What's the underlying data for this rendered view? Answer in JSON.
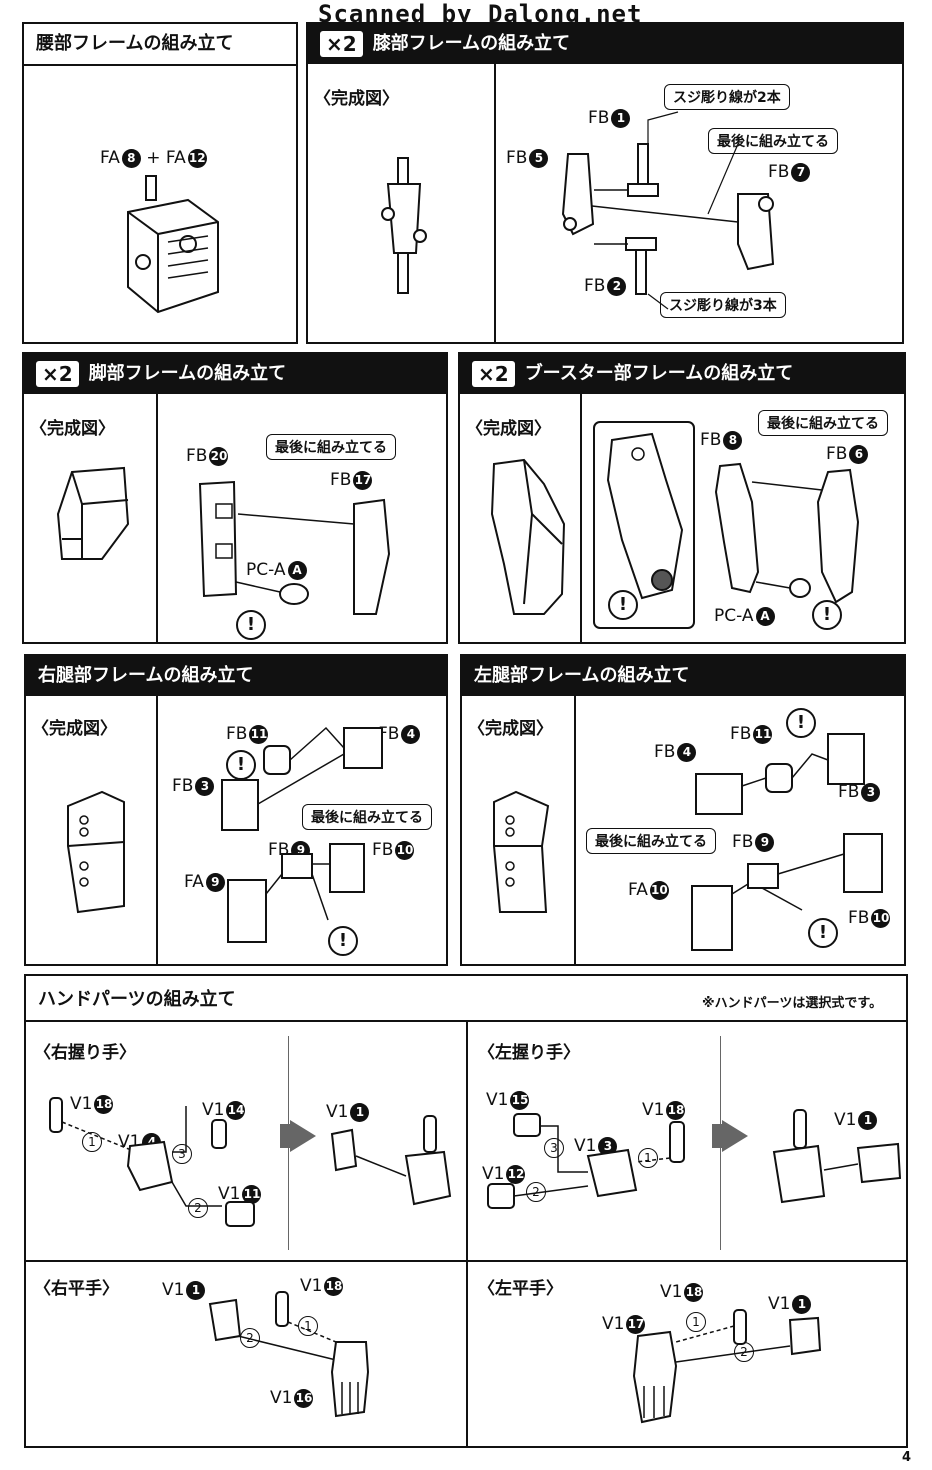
{
  "watermark": "Scanned by Dalong.net",
  "page_number": "4",
  "waist": {
    "title": "腰部フレームの組み立て",
    "parts": "FA",
    "n1": "8",
    "plus": "+",
    "parts2": "FA",
    "n2": "12"
  },
  "knee": {
    "multiplier": "×2",
    "title": "膝部フレームの組み立て",
    "completed": "〈完成図〉",
    "fb": "FB",
    "n1": "1",
    "n5": "5",
    "n7": "7",
    "n2": "2",
    "callout_lines2": "スジ彫り線が2本",
    "callout_last": "最後に組み立てる",
    "callout_lines3": "スジ彫り線が3本"
  },
  "leg": {
    "multiplier": "×2",
    "title": "脚部フレームの組み立て",
    "completed": "〈完成図〉",
    "fb": "FB",
    "n20": "20",
    "n17": "17",
    "pca": "PC-A",
    "a": "A",
    "callout_last": "最後に組み立てる",
    "warn": "!"
  },
  "booster": {
    "multiplier": "×2",
    "title": "ブースター部フレームの組み立て",
    "completed": "〈完成図〉",
    "fb": "FB",
    "n8": "8",
    "n6": "6",
    "pca": "PC-A",
    "a": "A",
    "callout_last": "最後に組み立てる",
    "warn": "!"
  },
  "right_thigh": {
    "title": "右腿部フレームの組み立て",
    "completed": "〈完成図〉",
    "fb": "FB",
    "fa": "FA",
    "n11": "11",
    "n4": "4",
    "n3": "3",
    "n9": "9",
    "n10": "10",
    "fa9": "9",
    "callout_last": "最後に組み立てる",
    "warn": "!"
  },
  "left_thigh": {
    "title": "左腿部フレームの組み立て",
    "completed": "〈完成図〉",
    "fb": "FB",
    "fa": "FA",
    "n11": "11",
    "n4": "4",
    "n3": "3",
    "n9": "9",
    "n10": "10",
    "fa10": "10",
    "callout_last": "最後に組み立てる",
    "warn": "!"
  },
  "hands": {
    "title": "ハンドパーツの組み立て",
    "note": "※ハンドパーツは選択式です。",
    "v1": "V1",
    "right_grip": {
      "label": "〈右握り手〉",
      "a": "18",
      "b": "14",
      "c": "4",
      "d": "11",
      "e": "1",
      "s1": "1",
      "s2": "2",
      "s3": "3"
    },
    "left_grip": {
      "label": "〈左握り手〉",
      "a": "15",
      "b": "18",
      "c": "3",
      "d": "12",
      "e": "1",
      "s1": "1",
      "s2": "2",
      "s3": "3"
    },
    "right_flat": {
      "label": "〈右平手〉",
      "a": "1",
      "b": "18",
      "c": "16",
      "s1": "1",
      "s2": "2"
    },
    "left_flat": {
      "label": "〈左平手〉",
      "a": "18",
      "b": "1",
      "c": "17",
      "s1": "1",
      "s2": "2"
    }
  }
}
